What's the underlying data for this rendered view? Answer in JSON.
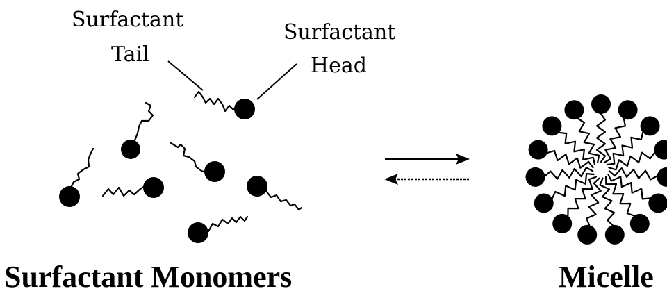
{
  "labels": {
    "tail_line1": "Surfactant",
    "tail_line2": "Tail",
    "head_line1": "Surfactant",
    "head_line2": "Head",
    "monomers": "Surfactant Monomers",
    "micelle": "Micelle"
  },
  "colors": {
    "ink": "#000000",
    "background": "#ffffff"
  }
}
